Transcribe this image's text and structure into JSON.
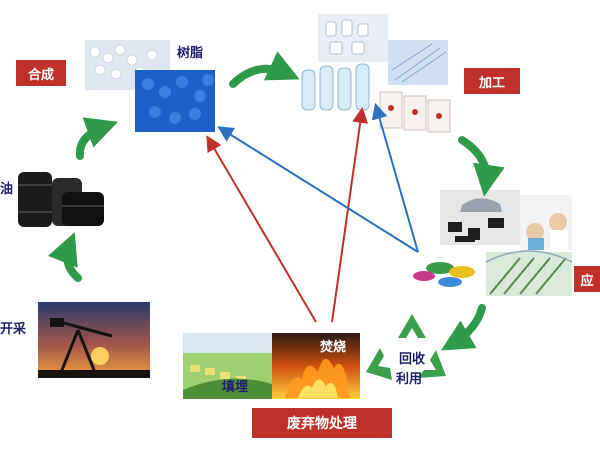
{
  "labels": {
    "synthesis": "合成",
    "resin": "树脂",
    "processing": "加工",
    "application": "应",
    "oil": "油",
    "mining": "开采",
    "incineration": "焚烧",
    "landfill": "填埋",
    "recycle_line1": "回收",
    "recycle_line2": "利用",
    "waste_treatment": "废弃物处理"
  },
  "colors": {
    "tag_red": "#c0302a",
    "arrow_green": "#2e9a4a",
    "arrow_red": "#c0302a",
    "arrow_blue": "#2a6fc0",
    "text_navy": "#1f1f6b"
  },
  "icons": [
    "plastic-pellets-icon",
    "blue-resin-icon",
    "bottles-icon",
    "oil-barrels-icon",
    "oil-pump-icon",
    "products-icon",
    "landfill-icon",
    "fire-icon",
    "recycle-icon"
  ]
}
